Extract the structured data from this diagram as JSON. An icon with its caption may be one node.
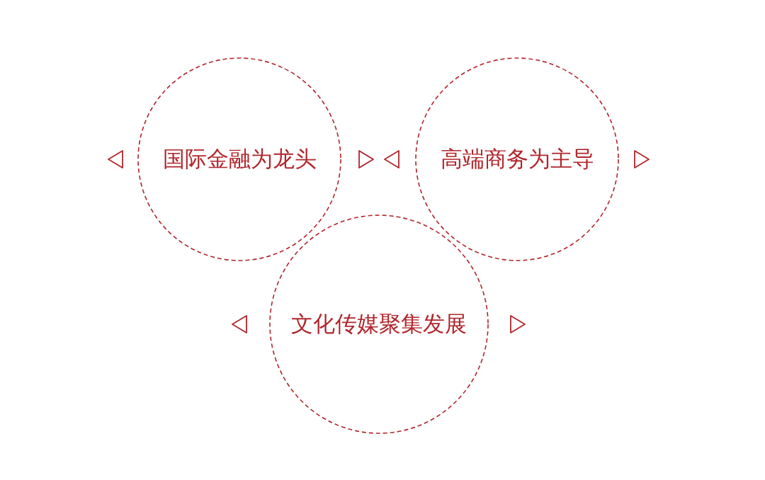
{
  "diagram": {
    "nodes": [
      {
        "text": [
          "国际金融为龙头"
        ]
      },
      {
        "text": [
          "高端商务为主导"
        ]
      },
      {
        "text": [
          "文化传媒聚集发展"
        ]
      }
    ]
  }
}
